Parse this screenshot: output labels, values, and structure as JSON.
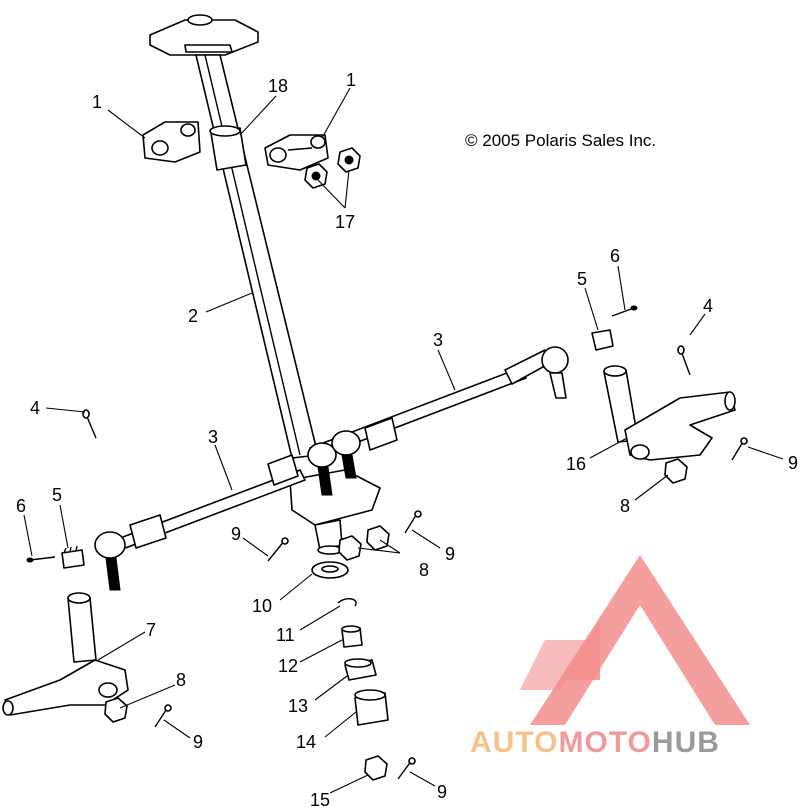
{
  "copyright": "© 2005 Polaris Sales Inc.",
  "watermark": {
    "parts": [
      "AUTO",
      "MOTO",
      "HUB"
    ],
    "colors": {
      "auto": "#f5c28a",
      "moto": "#f19a9a",
      "hub": "#9a9a9a",
      "logo": "#f28d8d"
    }
  },
  "callouts": [
    {
      "id": "c1a",
      "label": "1"
    },
    {
      "id": "c18",
      "label": "18"
    },
    {
      "id": "c1b",
      "label": "1"
    },
    {
      "id": "c17",
      "label": "17"
    },
    {
      "id": "c2",
      "label": "2"
    },
    {
      "id": "c3a",
      "label": "3"
    },
    {
      "id": "c3b",
      "label": "3"
    },
    {
      "id": "c4a",
      "label": "4"
    },
    {
      "id": "c4b",
      "label": "4"
    },
    {
      "id": "c5a",
      "label": "5"
    },
    {
      "id": "c5b",
      "label": "5"
    },
    {
      "id": "c6a",
      "label": "6"
    },
    {
      "id": "c6b",
      "label": "6"
    },
    {
      "id": "c7",
      "label": "7"
    },
    {
      "id": "c8a",
      "label": "8"
    },
    {
      "id": "c8b",
      "label": "8"
    },
    {
      "id": "c8c",
      "label": "8"
    },
    {
      "id": "c9a",
      "label": "9"
    },
    {
      "id": "c9b",
      "label": "9"
    },
    {
      "id": "c9c",
      "label": "9"
    },
    {
      "id": "c9d",
      "label": "9"
    },
    {
      "id": "c9e",
      "label": "9"
    },
    {
      "id": "c10",
      "label": "10"
    },
    {
      "id": "c11",
      "label": "11"
    },
    {
      "id": "c12",
      "label": "12"
    },
    {
      "id": "c13",
      "label": "13"
    },
    {
      "id": "c14",
      "label": "14"
    },
    {
      "id": "c15",
      "label": "15"
    },
    {
      "id": "c16",
      "label": "16"
    }
  ]
}
